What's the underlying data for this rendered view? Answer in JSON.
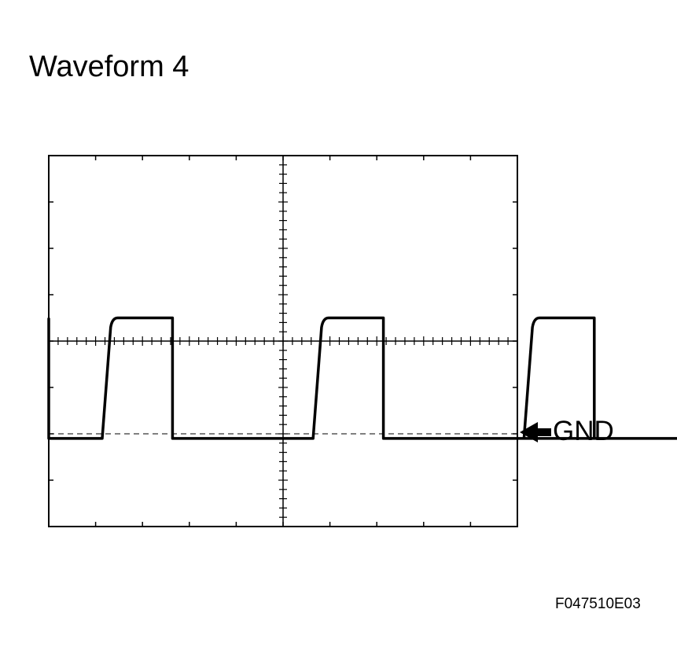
{
  "title": "Waveform 4",
  "reference_label": "GND",
  "figure_code": "F047510E03",
  "icons": {
    "reference_marker": "left-arrow-icon"
  },
  "colors": {
    "trace": "#000000",
    "grid": "#000000",
    "background": "#ffffff"
  },
  "scope": {
    "divisions": {
      "horizontal": 10,
      "vertical": 8
    },
    "minor_ticks_per_division": 5,
    "gnd_level_div": -2,
    "waveform": {
      "shape": "square-like pulse train",
      "pulses_visible": 4,
      "low_level_div": -2.1,
      "high_level_div": 0.5,
      "period_div": 4.5,
      "high_duration_div": 1.5
    }
  }
}
